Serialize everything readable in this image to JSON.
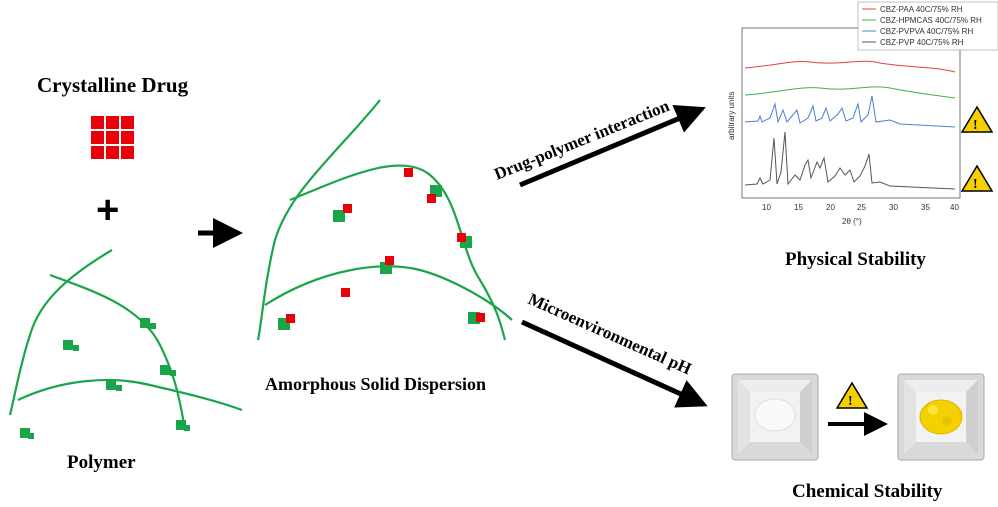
{
  "labels": {
    "crystalline_drug": "Crystalline Drug",
    "polymer": "Polymer",
    "asd": "Amorphous Solid Dispersion",
    "physical_stability": "Physical Stability",
    "chemical_stability": "Chemical Stability",
    "plus": "+",
    "arrow_upper": "Drug-polymer interaction",
    "arrow_lower": "Microenvironmental pH",
    "warning": "!"
  },
  "chart_data": {
    "type": "line",
    "xlabel": "2θ (°)",
    "ylabel": "arbitrary units",
    "xlim": [
      5,
      40
    ],
    "x_ticks": [
      "10",
      "15",
      "20",
      "25",
      "30",
      "35",
      "40"
    ],
    "series": [
      {
        "name": "CBZ-PAA 40C/75% RH",
        "color": "#e8413c"
      },
      {
        "name": "CBZ-HPMCAS 40C/75% RH",
        "color": "#3cb44b"
      },
      {
        "name": "CBZ-PVPVA 40C/75% RH",
        "color": "#4a7fd4"
      },
      {
        "name": "CBZ-PVP 40C/75% RH",
        "color": "#555555"
      }
    ]
  },
  "colors": {
    "drug": "#e8000b",
    "polymer": "#1aa54a",
    "warning": "#f5d000"
  }
}
